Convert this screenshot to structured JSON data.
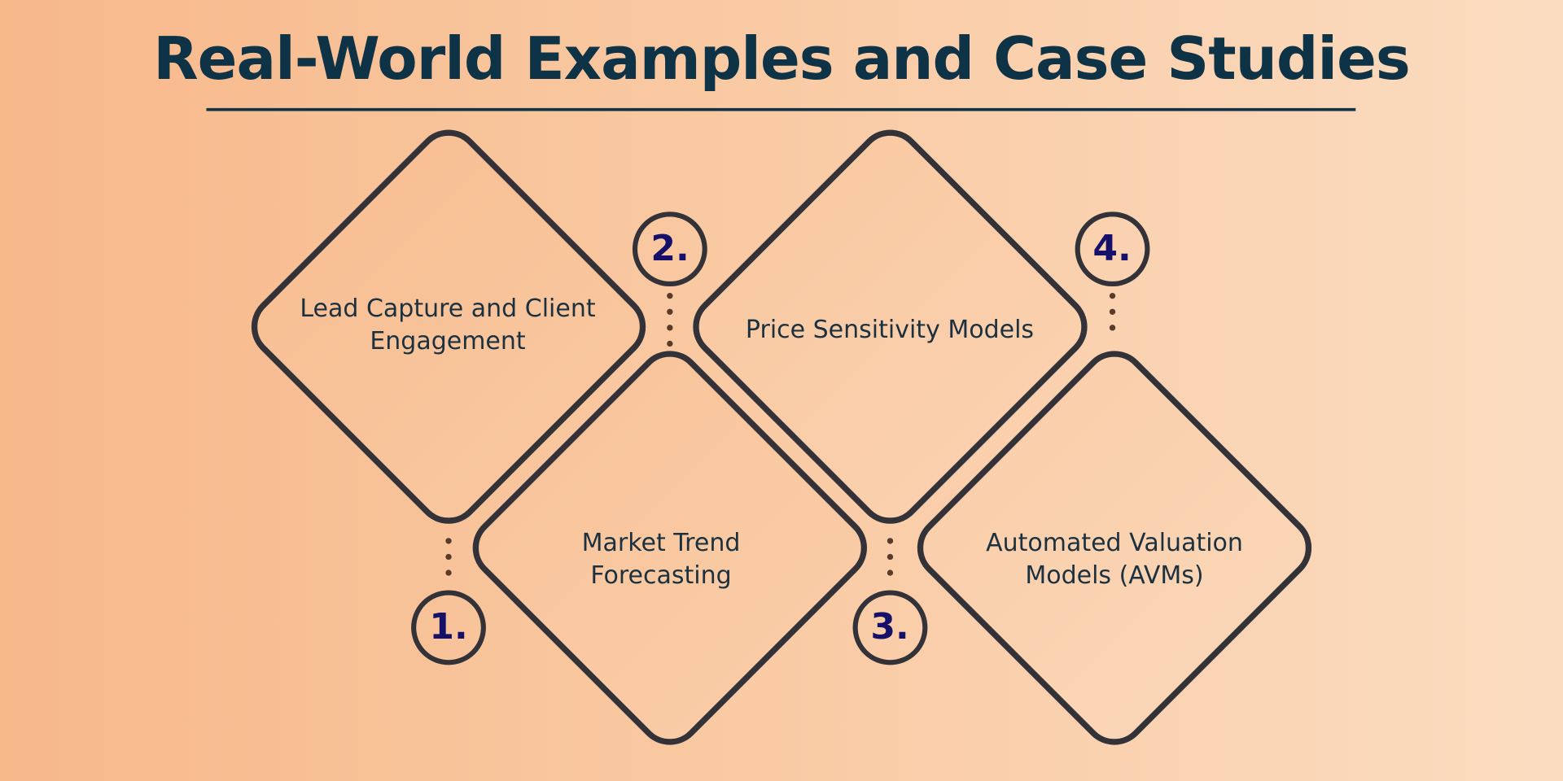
{
  "title": "Real-World Examples and Case Studies",
  "steps": [
    {
      "number": "1.",
      "label": "Lead Capture and Client Engagement"
    },
    {
      "number": "2.",
      "label": "Market Trend Forecasting"
    },
    {
      "number": "3.",
      "label": "Price Sensitivity Models"
    },
    {
      "number": "4.",
      "label": "Automated Valuation Models (AVMs)"
    }
  ],
  "colors": {
    "title": "#0e3246",
    "stroke": "#333238",
    "number": "#15116a",
    "text": "#1b3140"
  }
}
